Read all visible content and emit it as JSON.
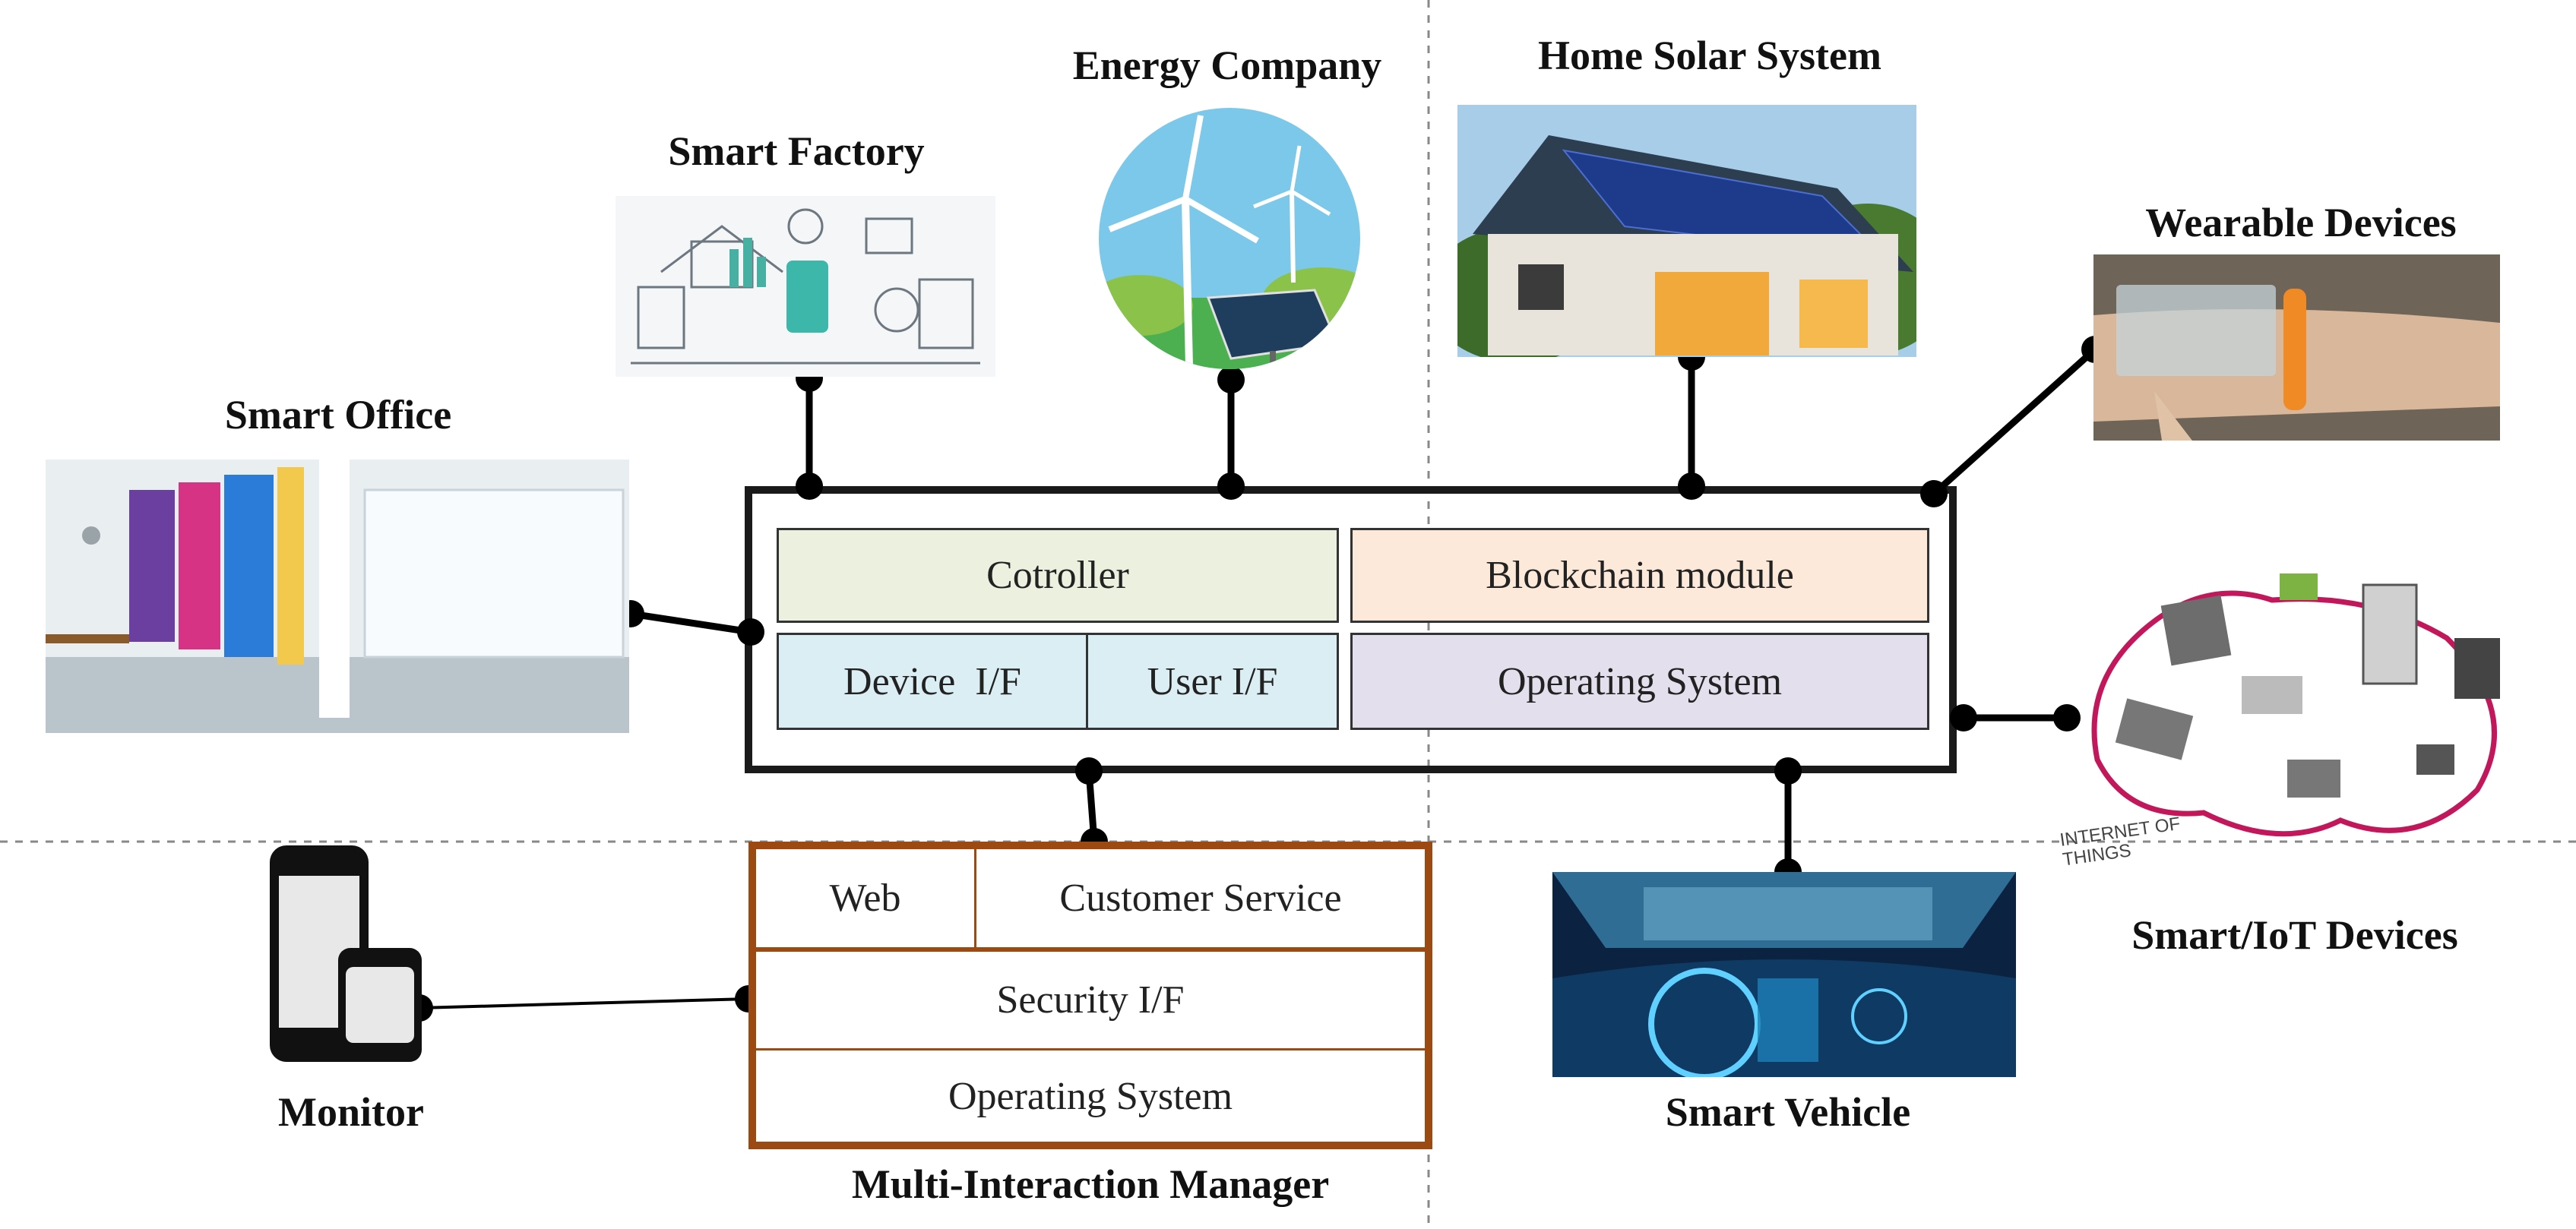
{
  "labels": {
    "energy_company": "Energy Company",
    "home_solar": "Home Solar System",
    "smart_factory": "Smart Factory",
    "wearable": "Wearable Devices",
    "smart_office": "Smart Office",
    "iot_devices": "Smart/IoT Devices",
    "monitor": "Monitor",
    "smart_vehicle": "Smart Vehicle",
    "mim": "Multi-Interaction Manager"
  },
  "core": {
    "controller": "Cotroller",
    "blockchain": "Blockchain module",
    "device_if": "Device  I/F",
    "user_if": "User I/F",
    "os": "Operating System"
  },
  "mim_box": {
    "web": "Web",
    "customer_service": "Customer Service",
    "security_if": "Security I/F",
    "os": "Operating System"
  },
  "iot_caption": "INTERNET OF THINGS",
  "colors": {
    "controller": "#ebf1de",
    "blockchain": "#fde9d9",
    "device": "#dbeef4",
    "os": "#e4dfec",
    "mim_border": "#9c4a12"
  }
}
